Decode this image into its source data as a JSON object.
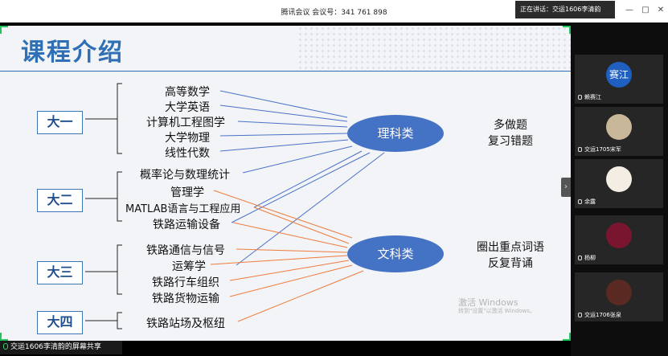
{
  "window": {
    "title": "腾讯会议  会议号：341 761 898",
    "speaking": "正在讲话：交运1606李清韵",
    "buttons": {
      "minimize": "—",
      "maximize": "□",
      "close": "✕"
    }
  },
  "slide": {
    "title": "课程介绍",
    "years": [
      "大一",
      "大二",
      "大三",
      "大四"
    ],
    "subjects": [
      "高等数学",
      "大学英语",
      "计算机工程图学",
      "大学物理",
      "线性代数",
      "概率论与数理统计",
      "管理学",
      "MATLAB语言与工程应用",
      "铁路运输设备",
      "铁路通信与信号",
      "运筹学",
      "铁路行车组织",
      "铁路货物运输",
      "铁路站场及枢纽"
    ],
    "categories": [
      "理科类",
      "文科类"
    ],
    "notes": {
      "science": [
        "多做题",
        "复习错题"
      ],
      "arts": [
        "圈出重点词语",
        "反复背诵"
      ]
    },
    "colors": {
      "science_line": "#4a72c8",
      "arts_line": "#ef7b3d",
      "accent": "#2f6fb5"
    }
  },
  "watermark": {
    "line1": "激活 Windows",
    "line2": "转到\"设置\"以激活 Windows。"
  },
  "screen_share_label": "交运1606李清韵的屏幕共享",
  "participants": [
    {
      "name": "赖赛江",
      "avatar_text": "赛江",
      "avatar_color": "#1f5fbf"
    },
    {
      "name": "交运1705宋军",
      "avatar_text": "",
      "avatar_color": "#c9b79a"
    },
    {
      "name": "余露",
      "avatar_text": "",
      "avatar_color": "#f3ede4"
    },
    {
      "name": "杨柳",
      "avatar_text": "",
      "avatar_color": "#7a1530"
    },
    {
      "name": "交运1706张泉",
      "avatar_text": "",
      "avatar_color": "#5a2a22"
    }
  ]
}
